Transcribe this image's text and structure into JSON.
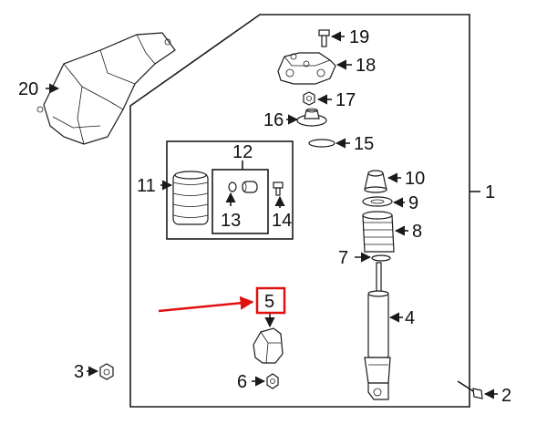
{
  "diagram": {
    "highlight_color": "#e01010",
    "line_color": "#1a1a1a",
    "callouts": {
      "c1": "1",
      "c2": "2",
      "c3": "3",
      "c4": "4",
      "c5": "5",
      "c6": "6",
      "c7": "7",
      "c8": "8",
      "c9": "9",
      "c10": "10",
      "c11": "11",
      "c12": "12",
      "c13": "13",
      "c14": "14",
      "c15": "15",
      "c16": "16",
      "c17": "17",
      "c18": "18",
      "c19": "19",
      "c20": "20"
    }
  }
}
